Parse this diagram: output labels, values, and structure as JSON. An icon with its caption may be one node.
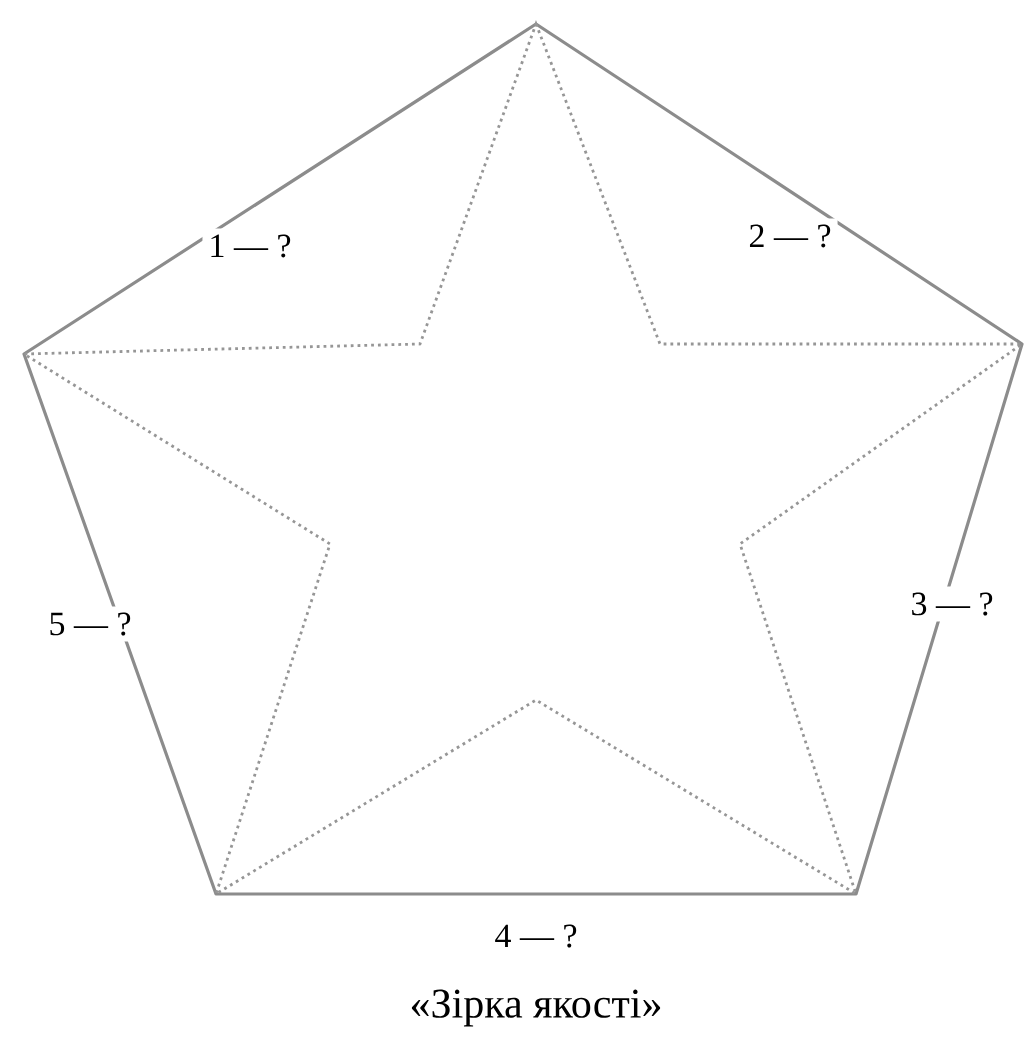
{
  "diagram": {
    "caption": "«Зірка якості»",
    "labels": [
      "1 — ?",
      "2 — ?",
      "3 — ?",
      "4 — ?",
      "5 — ?"
    ]
  }
}
